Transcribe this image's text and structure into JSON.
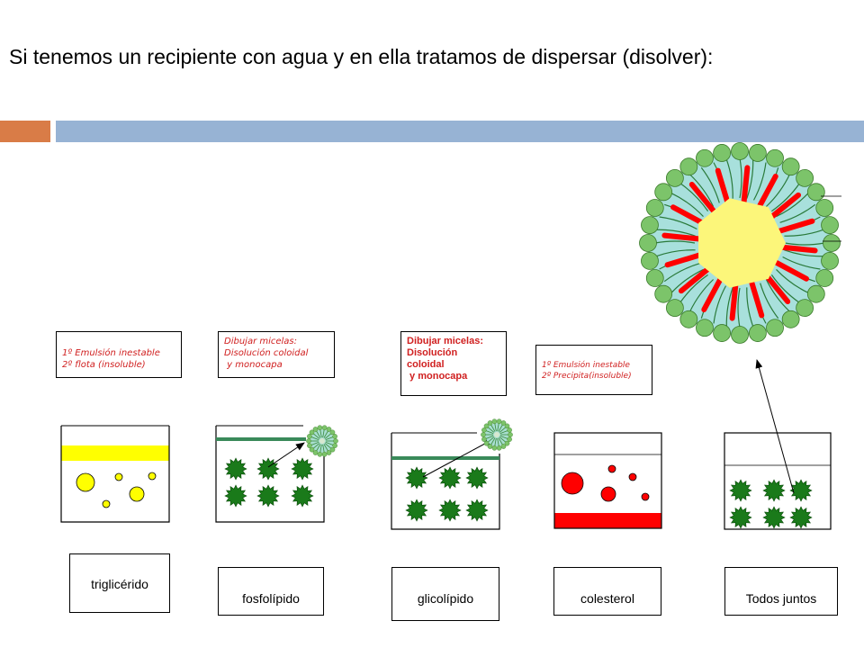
{
  "title": "Si tenemos un recipiente con agua y en ella tratamos de dispersar (disolver):",
  "colors": {
    "accent_orange": "#d97c47",
    "accent_blue": "#97b3d4",
    "lipid_yellow": "#ffff00",
    "lipid_red": "#ff0000",
    "micelle_green": "#1a7a1a",
    "note_red": "#d02020"
  },
  "notes": {
    "trigliceride": {
      "line1": "1º Emulsión inestable",
      "line2": "2º flota (insoluble)"
    },
    "fosfolipido": {
      "line1": "Dibujar micelas:",
      "line2": "Disolución coloidal",
      "line3": " y monocapa"
    },
    "glicolipido": {
      "line1": "Dibujar micelas:",
      "line2": "Disolución",
      "line3": "coloidal",
      "line4": " y monocapa"
    },
    "colesterol": {
      "line1": "1º Emulsión inestable",
      "line2": "2º Precipita(insoluble)"
    }
  },
  "labels": {
    "trigliceride": "triglicérido",
    "fosfolipido": "fosfolípido",
    "glicolipido": "glicolípido",
    "colesterol": "colesterol",
    "todos": "Todos juntos"
  }
}
